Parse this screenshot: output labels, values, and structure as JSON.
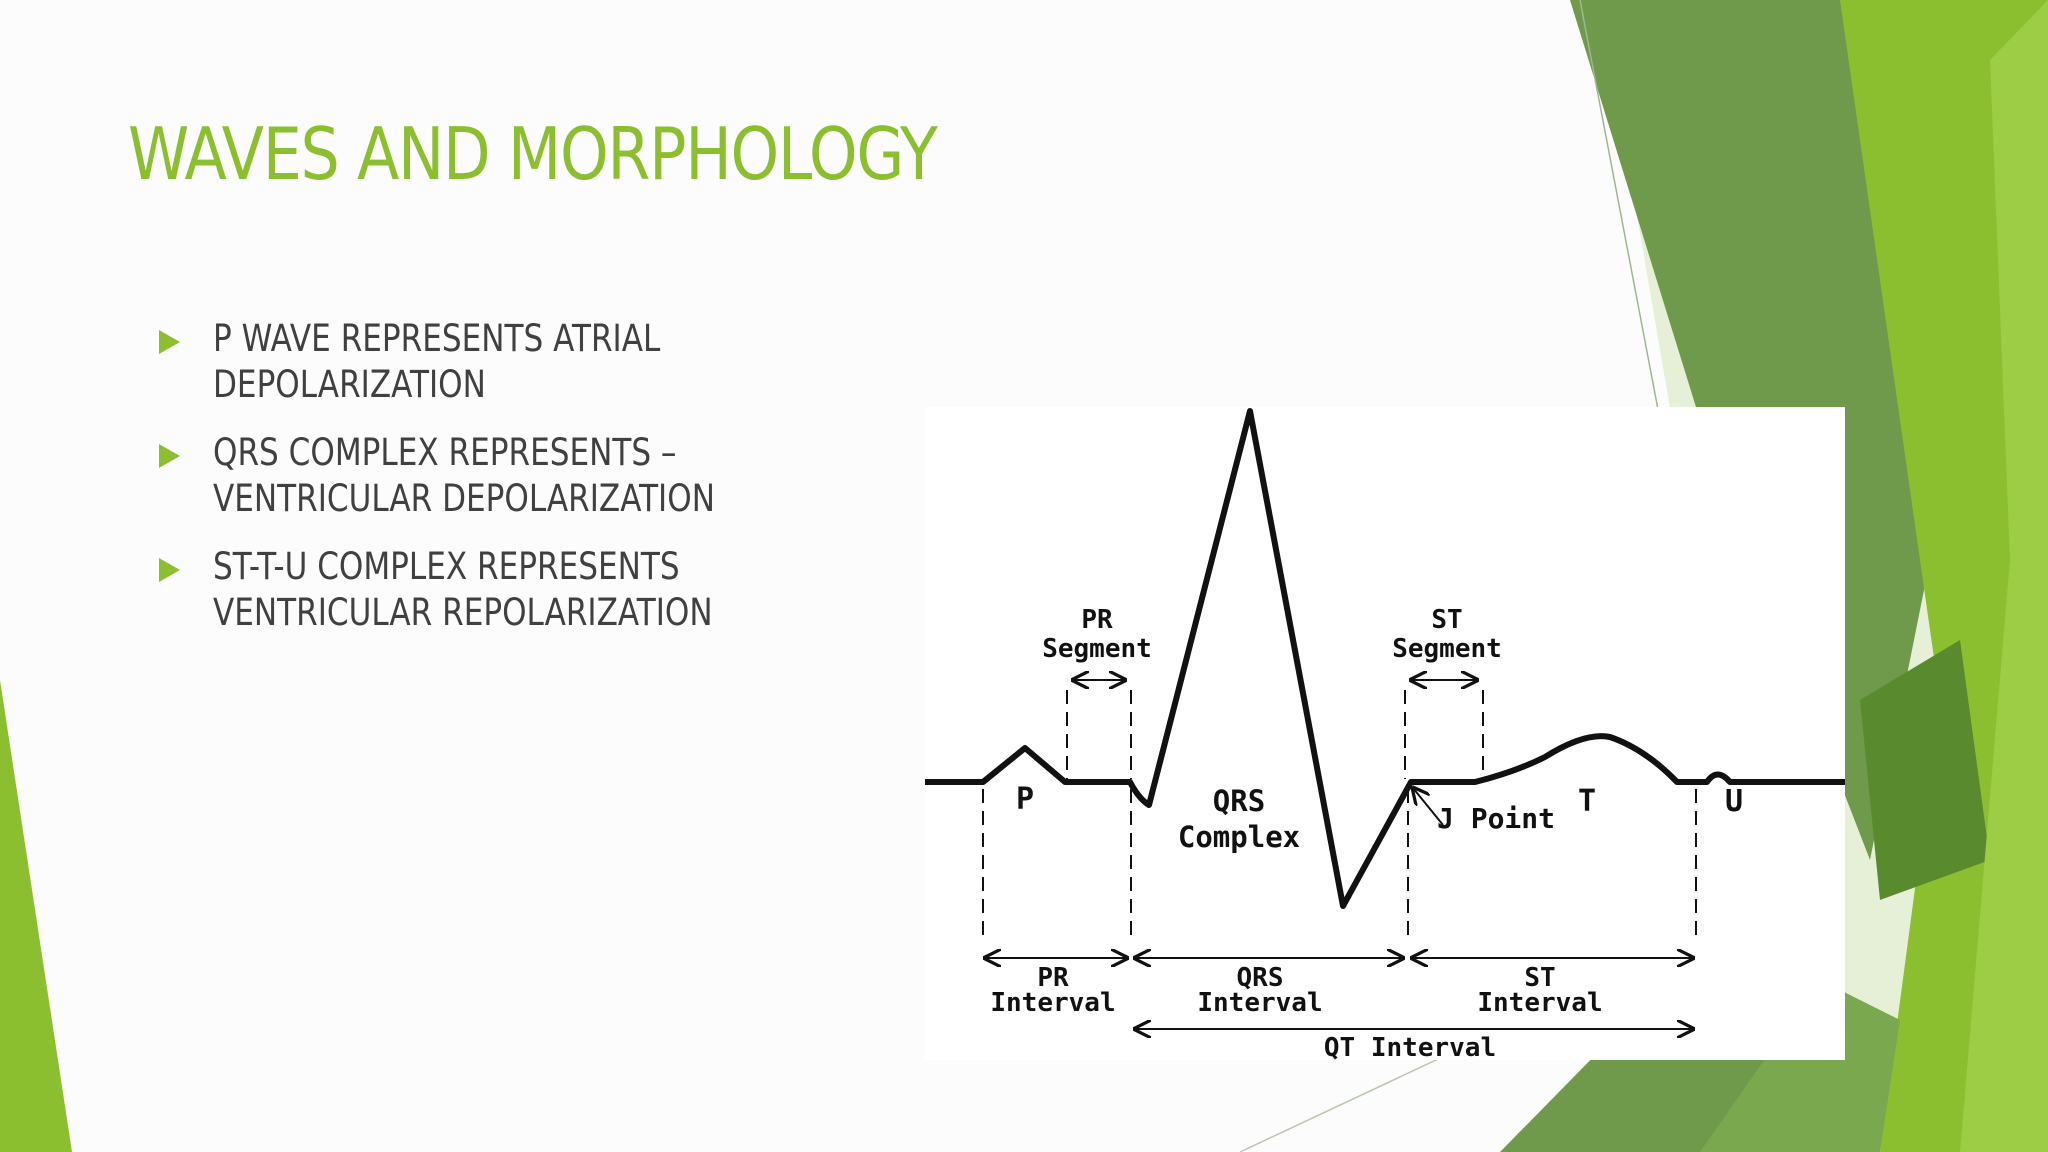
{
  "slide": {
    "title": "WAVES AND MORPHOLOGY",
    "bullets": [
      {
        "line1": "P WAVE REPRESENTS ATRIAL",
        "line2": "DEPOLARIZATION"
      },
      {
        "line1": "QRS COMPLEX REPRESENTS –",
        "line2": "VENTRICULAR DEPOLARIZATION"
      },
      {
        "line1": "ST-T-U COMPLEX REPRESENTS",
        "line2": "VENTRICULAR REPOLARIZATION"
      }
    ]
  },
  "ecg_diagram": {
    "labels": {
      "p_wave": "P",
      "qrs_complex_1": "QRS",
      "qrs_complex_2": "Complex",
      "j_point": "J Point",
      "t_wave": "T",
      "u_wave": "U",
      "pr_segment_1": "PR",
      "pr_segment_2": "Segment",
      "st_segment_1": "ST",
      "st_segment_2": "Segment",
      "pr_interval_1": "PR",
      "pr_interval_2": "Interval",
      "qrs_interval_1": "QRS",
      "qrs_interval_2": "Interval",
      "st_interval_1": "ST",
      "st_interval_2": "Interval",
      "qt_interval": "QT Interval"
    }
  },
  "theme": {
    "accent": "#8cbf30",
    "text": "#404040",
    "greens": [
      "#6f9a4c",
      "#7aa84e",
      "#8cbf30",
      "#9dcc45",
      "#5a8a2e",
      "#b5d888"
    ]
  }
}
